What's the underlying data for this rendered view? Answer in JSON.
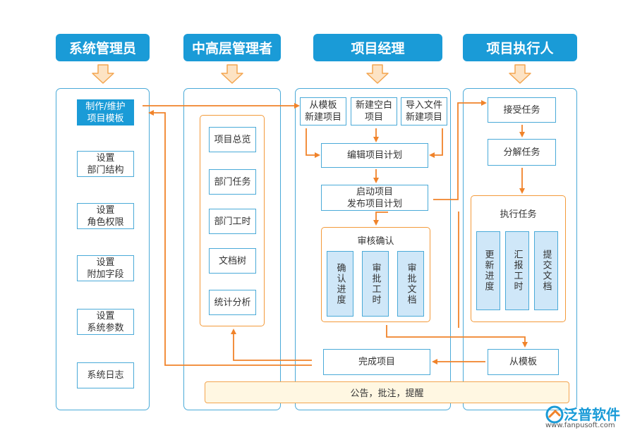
{
  "roles": {
    "admin": "系统管理员",
    "senior": "中高层管理者",
    "pm": "项目经理",
    "executor": "项目执行人"
  },
  "admin": {
    "template": "制作/维护\n项目模板",
    "dept": "设置\n部门结构",
    "roles": "设置\n角色权限",
    "fields": "设置\n附加字段",
    "params": "设置\n系统参数",
    "log": "系统日志"
  },
  "senior": {
    "overview": "项目总览",
    "dept_task": "部门任务",
    "dept_hours": "部门工时",
    "doc_tree": "文档树",
    "stats": "统计分析"
  },
  "pm": {
    "from_template": "从模板\n新建项目",
    "new_blank": "新建空白\n项目",
    "import_file": "导入文件\n新建项目",
    "edit_plan": "编辑项目计划",
    "launch": "启动项目\n发布项目计划",
    "review": "审核确认",
    "confirm_progress": "确认进度",
    "approve_hours": "审批工时",
    "approve_docs": "审批文档",
    "complete": "完成项目"
  },
  "executor": {
    "accept": "接受任务",
    "decompose": "分解任务",
    "execute": "执行任务",
    "update_progress": "更新进度",
    "report_hours": "汇报工时",
    "submit_docs": "提交文档",
    "from_template": "从模板"
  },
  "bottom_bar": "公告，批注，提醒",
  "logo": {
    "name": "泛普软件",
    "url": "www.fanpusoft.com"
  },
  "colors": {
    "role_header": "#1a9bd7",
    "column_border": "#4aaad8",
    "arrow": "#f0832a",
    "task_fill": "#cfe7f8"
  }
}
